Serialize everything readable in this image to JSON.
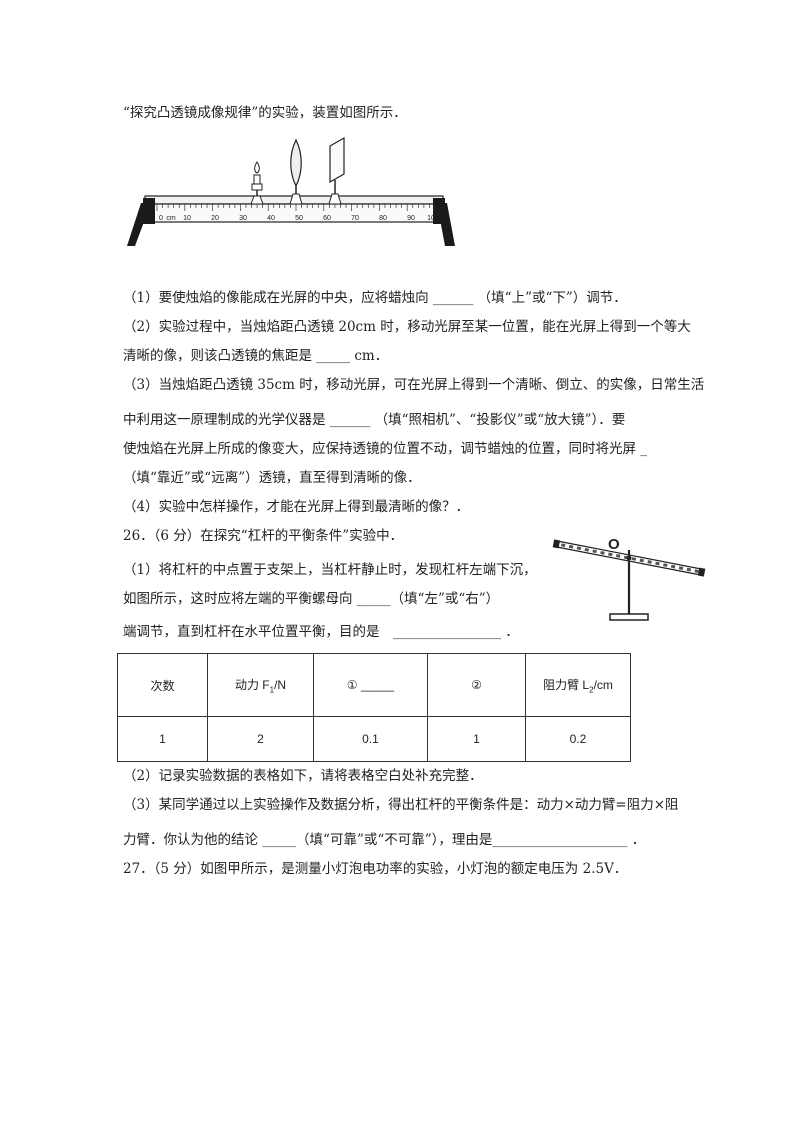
{
  "intro": "“探究凸透镜成像规律”的实验，装置如图所示．",
  "lens_figure": {
    "ruler_ticks": [
      "0",
      "cm",
      "10",
      "20",
      "30",
      "40",
      "50",
      "60",
      "70",
      "80",
      "90",
      "10"
    ]
  },
  "lens_questions": {
    "q1": "（1）要使烛焰的像能成在光屏的中央，应将蜡烛向 ______ （填“上”或“下”）调节．",
    "q2_line1": "（2）实验过程中，当烛焰距凸透镜 20cm 时，移动光屏至某一位置，能在光屏上得到一个等大",
    "q2_line2": "清晰的像，则该凸透镜的焦距是 _____ cm．",
    "q3_line1": "（3）当烛焰距凸透镜 35cm 时，移动光屏，可在光屏上得到一个清晰、倒立、的实像，日常生活",
    "q3_line2": "中利用这一原理制成的光学仪器是 ______ （填“照相机”、“投影仪”或“放大镜”）．要",
    "q3_line3": "使烛焰在光屏上所成的像变大，应保持透镜的位置不动，调节蜡烛的位置，同时将光屏 _",
    "q3_line4": "（填“靠近”或“远离”）透镜，直至得到清晰的像．",
    "q4": "（4）实验中怎样操作，才能在光屏上得到最清晰的像？．"
  },
  "q26": {
    "heading": "26．（6 分）在探究“杠杆的平衡条件”实验中．",
    "p1_line1": "（1）将杠杆的中点置于支架上，当杠杆静止时，发现杠杆左端下沉，",
    "p1_line2": "如图所示，这时应将左端的平衡螺母向 _____（填“左”或“右”）",
    "p1_line3": "端调节，直到杠杆在水平位置平衡，目的是　________________ ．",
    "lever_label": "O",
    "table": {
      "headers": [
        "次数",
        "动力 F",
        "1",
        "/N",
        "① _____",
        "②",
        "阻力臂 L",
        "2",
        "/cm"
      ],
      "row": [
        "1",
        "2",
        "0.1",
        "1",
        "0.2"
      ]
    },
    "p2": "（2）记录实验数据的表格如下，请将表格空白处补充完整．",
    "p3_line1": "（3）某同学通过以上实验操作及数据分析，得出杠杆的平衡条件是：动力×动力臂=阻力×阻",
    "p3_line2": "力臂．你认为他的结论 _____（填“可靠”或“不可靠”），理由是____________________ ．"
  },
  "q27": {
    "heading": "27．（5 分）如图甲所示，是测量小灯泡电功率的实验，小灯泡的额定电压为 2.5V．"
  }
}
